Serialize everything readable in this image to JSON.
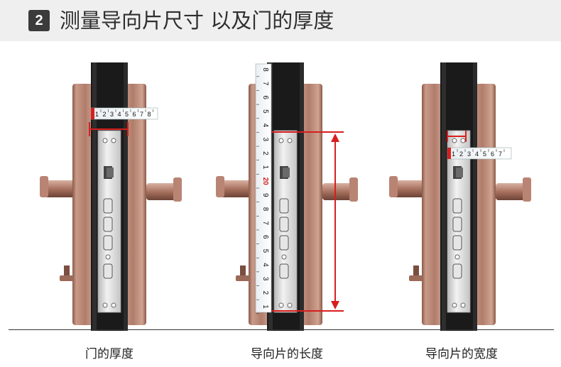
{
  "header": {
    "step_number": "2",
    "title": "测量导向片尺寸 以及门的厚度"
  },
  "panels": [
    {
      "caption": "门的厚度",
      "tape_digits": [
        "1",
        "2",
        "3",
        "4",
        "5",
        "6",
        "7",
        "8"
      ]
    },
    {
      "caption": "导向片的长度",
      "tape_digits": [
        "8",
        "7",
        "6",
        "5",
        "4",
        "3",
        "2",
        "1",
        "20",
        "9",
        "8",
        "7",
        "6",
        "5",
        "4",
        "3",
        "2",
        "1"
      ]
    },
    {
      "caption": "导向片的宽度",
      "tape_digits": [
        "1",
        "2",
        "3",
        "4",
        "5",
        "6",
        "7"
      ]
    }
  ],
  "watermark": "(faded watermark)",
  "colors": {
    "header_bg": "#efefef",
    "badge_bg": "#3b3b3b",
    "copper": "#b58472",
    "copper_dark": "#7a4e40",
    "door_black": "#1a1a1a",
    "steel": "#d6d6d6",
    "measure_red": "#d81e1e"
  }
}
